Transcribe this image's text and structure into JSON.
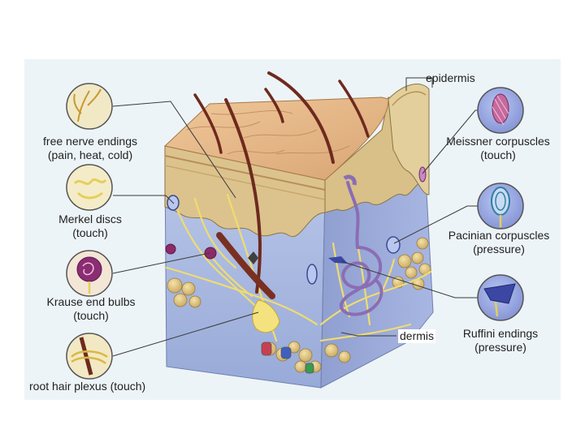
{
  "diagram": {
    "labels": {
      "epidermis": "epidermis",
      "dermis": "dermis",
      "free_nerve_endings": [
        "free nerve endings",
        "(pain, heat, cold)"
      ],
      "merkel_discs": [
        "Merkel discs",
        "(touch)"
      ],
      "krause_end_bulbs": [
        "Krause end bulbs",
        "(touch)"
      ],
      "root_hair_plexus": "root hair plexus (touch)",
      "meissner_corpuscles": [
        "Meissner corpuscles",
        "(touch)"
      ],
      "pacinian_corpuscles": [
        "Pacinian corpuscles",
        "(pressure)"
      ],
      "ruffini_endings": [
        "Ruffini endings",
        "(pressure)"
      ]
    },
    "colors": {
      "panel_bg": "#edf4f7",
      "skin_surface": "#e6b98c",
      "epidermis_tan": "#d8c088",
      "dermis_blue": "#a9b9e0",
      "nerve_yellow": "#f2e07a",
      "hair_brown": "#6e2a1e",
      "callout_purple": "#6b5aa6",
      "leader_line": "#3a3a3a"
    }
  }
}
